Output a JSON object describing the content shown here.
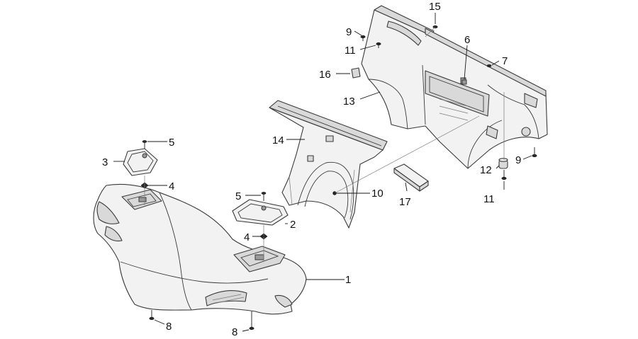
{
  "diagram": {
    "callouts": [
      {
        "key": "c1",
        "label": "1"
      },
      {
        "key": "c2",
        "label": "2"
      },
      {
        "key": "c3",
        "label": "3"
      },
      {
        "key": "c4a",
        "label": "4"
      },
      {
        "key": "c4b",
        "label": "4"
      },
      {
        "key": "c5a",
        "label": "5"
      },
      {
        "key": "c5b",
        "label": "5"
      },
      {
        "key": "c6",
        "label": "6"
      },
      {
        "key": "c7",
        "label": "7"
      },
      {
        "key": "c8a",
        "label": "8"
      },
      {
        "key": "c8b",
        "label": "8"
      },
      {
        "key": "c9a",
        "label": "9"
      },
      {
        "key": "c9b",
        "label": "9"
      },
      {
        "key": "c10",
        "label": "10"
      },
      {
        "key": "c11a",
        "label": "11"
      },
      {
        "key": "c11b",
        "label": "11"
      },
      {
        "key": "c12",
        "label": "12"
      },
      {
        "key": "c13",
        "label": "13"
      },
      {
        "key": "c14",
        "label": "14"
      },
      {
        "key": "c15",
        "label": "15"
      },
      {
        "key": "c16",
        "label": "16"
      },
      {
        "key": "c17",
        "label": "17"
      }
    ]
  }
}
